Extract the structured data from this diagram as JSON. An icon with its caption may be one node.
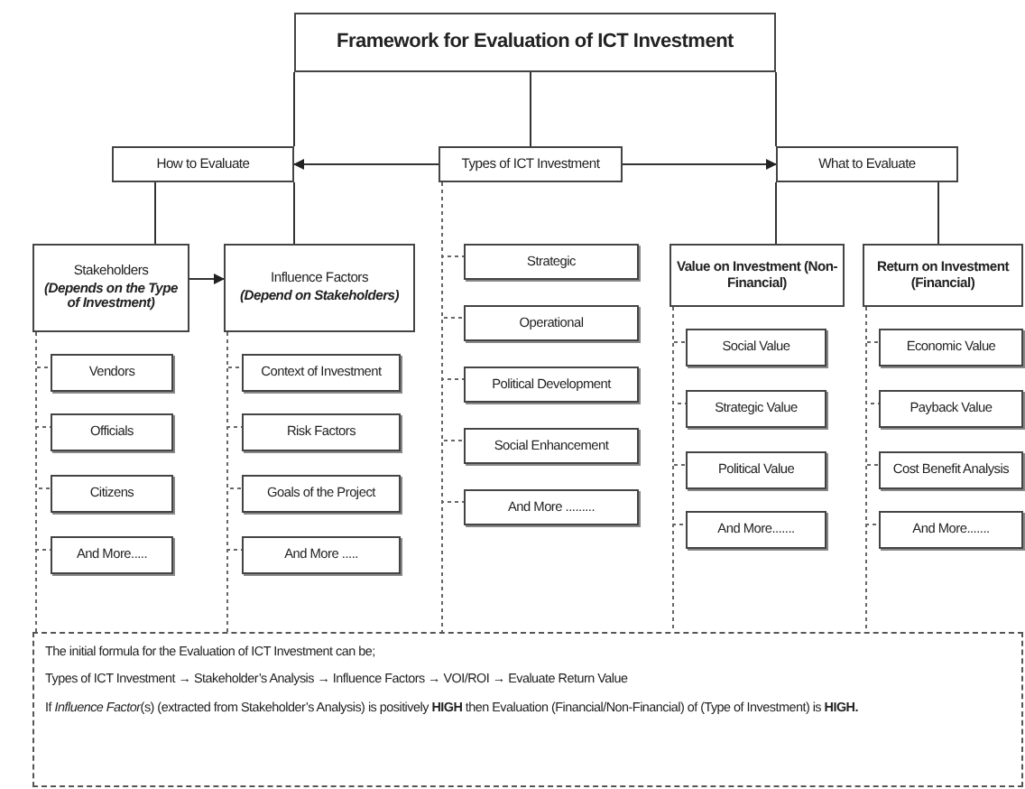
{
  "diagram": {
    "nodes": [
      {
        "text": [
          "Framework for Evaluation of ICT Investment"
        ]
      },
      {
        "text": [
          "How to Evaluate"
        ]
      },
      {
        "text": [
          "Types of ICT Investment"
        ]
      },
      {
        "text": [
          "What to Evaluate"
        ]
      },
      {
        "text": [
          "Stakeholders",
          "(Depends on the Type of Investment)"
        ]
      },
      {
        "text": [
          "Influence Factors",
          "(Depend on Stakeholders)"
        ]
      },
      {
        "text": [
          "Strategic"
        ]
      },
      {
        "text": [
          "Operational"
        ]
      },
      {
        "text": [
          "Political Development"
        ]
      },
      {
        "text": [
          "Social Enhancement"
        ]
      },
      {
        "text": [
          "And More ........."
        ]
      },
      {
        "text": [
          "Value on Investment (Non-Financial)"
        ]
      },
      {
        "text": [
          "Return on Investment (Financial)"
        ]
      },
      {
        "text": [
          "Vendors"
        ]
      },
      {
        "text": [
          "Officials"
        ]
      },
      {
        "text": [
          "Citizens"
        ]
      },
      {
        "text": [
          "And More....."
        ]
      },
      {
        "text": [
          "Context of Investment"
        ]
      },
      {
        "text": [
          "Risk Factors"
        ]
      },
      {
        "text": [
          "Goals of the Project"
        ]
      },
      {
        "text": [
          "And More ....."
        ]
      },
      {
        "text": [
          "Social Value"
        ]
      },
      {
        "text": [
          "Strategic Value"
        ]
      },
      {
        "text": [
          "Political Value"
        ]
      },
      {
        "text": [
          "And More......."
        ]
      },
      {
        "text": [
          "Economic Value"
        ]
      },
      {
        "text": [
          "Payback Value"
        ]
      },
      {
        "text": [
          "Cost Benefit Analysis"
        ]
      },
      {
        "text": [
          "And More......."
        ]
      },
      {
        "text": [
          "The initial formula for the Evaluation of ICT Investment can be;",
          "Types of ICT Investment → Stakeholder’s Analysis → Influence Factors → VOI/ROI → Evaluate Return Value",
          "If *Influence Factor*(s) (extracted from Stakeholder’s Analysis) is positively **HIGH** then Evaluation (Financial/Non-Financial) of (Type of Investment) is **HIGH.**"
        ]
      }
    ],
    "edges": [
      {
        "from": 0,
        "to": 1,
        "arrow": "none"
      },
      {
        "from": 0,
        "to": 2,
        "arrow": "none"
      },
      {
        "from": 0,
        "to": 3,
        "arrow": "none"
      },
      {
        "from": 2,
        "to": 1,
        "arrow": "to"
      },
      {
        "from": 2,
        "to": 3,
        "arrow": "to"
      },
      {
        "from": 1,
        "to": 4,
        "arrow": "none"
      },
      {
        "from": 1,
        "to": 5,
        "arrow": "none"
      },
      {
        "from": 4,
        "to": 5,
        "arrow": "to"
      },
      {
        "from": 3,
        "to": 11,
        "arrow": "none"
      },
      {
        "from": 3,
        "to": 12,
        "arrow": "none"
      },
      {
        "from": 2,
        "to": 6,
        "arrow": "none",
        "style": "dashed"
      },
      {
        "from": 2,
        "to": 7,
        "arrow": "none",
        "style": "dashed"
      },
      {
        "from": 2,
        "to": 8,
        "arrow": "none",
        "style": "dashed"
      },
      {
        "from": 2,
        "to": 9,
        "arrow": "none",
        "style": "dashed"
      },
      {
        "from": 2,
        "to": 10,
        "arrow": "none",
        "style": "dashed"
      },
      {
        "from": 4,
        "to": 13,
        "arrow": "none",
        "style": "dashed"
      },
      {
        "from": 4,
        "to": 14,
        "arrow": "none",
        "style": "dashed"
      },
      {
        "from": 4,
        "to": 15,
        "arrow": "none",
        "style": "dashed"
      },
      {
        "from": 4,
        "to": 16,
        "arrow": "none",
        "style": "dashed"
      },
      {
        "from": 5,
        "to": 17,
        "arrow": "none",
        "style": "dashed"
      },
      {
        "from": 5,
        "to": 18,
        "arrow": "none",
        "style": "dashed"
      },
      {
        "from": 5,
        "to": 19,
        "arrow": "none",
        "style": "dashed"
      },
      {
        "from": 5,
        "to": 20,
        "arrow": "none",
        "style": "dashed"
      },
      {
        "from": 11,
        "to": 21,
        "arrow": "none",
        "style": "dashed"
      },
      {
        "from": 11,
        "to": 22,
        "arrow": "none",
        "style": "dashed"
      },
      {
        "from": 11,
        "to": 23,
        "arrow": "none",
        "style": "dashed"
      },
      {
        "from": 11,
        "to": 24,
        "arrow": "none",
        "style": "dashed"
      },
      {
        "from": 12,
        "to": 25,
        "arrow": "none",
        "style": "dashed"
      },
      {
        "from": 12,
        "to": 26,
        "arrow": "none",
        "style": "dashed"
      },
      {
        "from": 12,
        "to": 27,
        "arrow": "none",
        "style": "dashed"
      },
      {
        "from": 12,
        "to": 28,
        "arrow": "none",
        "style": "dashed"
      },
      {
        "from": 4,
        "to": 29,
        "arrow": "none",
        "style": "dashed"
      },
      {
        "from": 5,
        "to": 29,
        "arrow": "none",
        "style": "dashed"
      },
      {
        "from": 2,
        "to": 29,
        "arrow": "none",
        "style": "dashed"
      },
      {
        "from": 11,
        "to": 29,
        "arrow": "none",
        "style": "dashed"
      },
      {
        "from": 12,
        "to": 29,
        "arrow": "none",
        "style": "dashed"
      }
    ]
  }
}
